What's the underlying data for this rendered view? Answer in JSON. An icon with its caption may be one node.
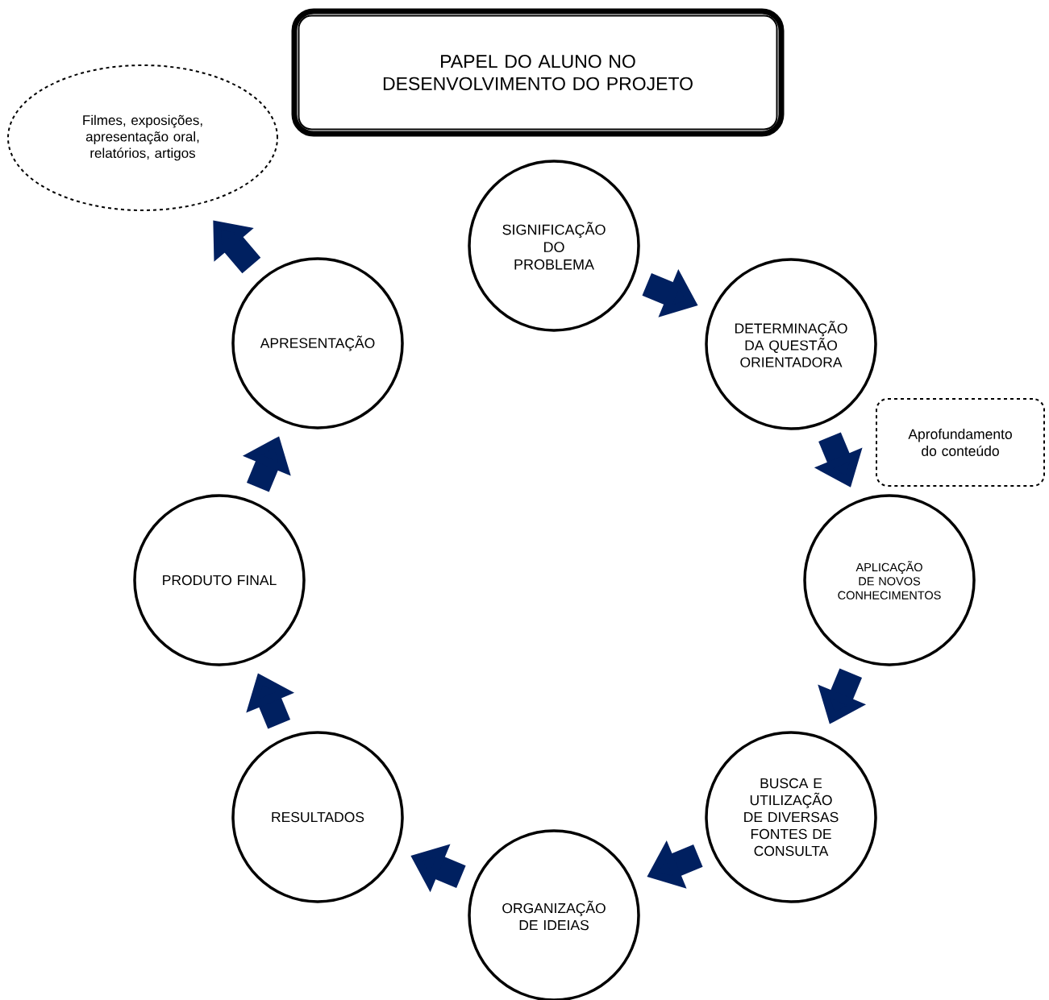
{
  "diagram": {
    "nodes": [
      {
        "text": [
          "PAPEL DO ALUNO NO DESENVOLVIMENTO DO PROJETO"
        ]
      },
      {
        "text": [
          "Filmes, exposições, apresentação oral, relatórios, artigos"
        ]
      },
      {
        "text": [
          "SIGNIFICAÇÃO DO PROBLEMA"
        ]
      },
      {
        "text": [
          "DETERMINAÇÃO DA QUESTÃO ORIENTADORA"
        ]
      },
      {
        "text": [
          "Aprofundamento do conteúdo"
        ]
      },
      {
        "text": [
          "APLICAÇÃO DE NOVOS CONHECIMENTOS"
        ]
      },
      {
        "text": [
          "BUSCA E UTILIZAÇÃO DE DIVERSAS FONTES DE CONSULTA"
        ]
      },
      {
        "text": [
          "ORGANIZAÇÃO DE IDEIAS"
        ]
      },
      {
        "text": [
          "RESULTADOS"
        ]
      },
      {
        "text": [
          "PRODUTO FINAL"
        ]
      },
      {
        "text": [
          "APRESENTAÇÃO"
        ]
      }
    ],
    "edges": [
      {
        "from": 2,
        "to": 3,
        "arrow": "to"
      },
      {
        "from": 3,
        "to": 5,
        "arrow": "to"
      },
      {
        "from": 5,
        "to": 6,
        "arrow": "to"
      },
      {
        "from": 6,
        "to": 7,
        "arrow": "to"
      },
      {
        "from": 7,
        "to": 8,
        "arrow": "to"
      },
      {
        "from": 8,
        "to": 9,
        "arrow": "to"
      },
      {
        "from": 9,
        "to": 10,
        "arrow": "to"
      },
      {
        "from": 10,
        "to": 1,
        "arrow": "to"
      }
    ]
  }
}
